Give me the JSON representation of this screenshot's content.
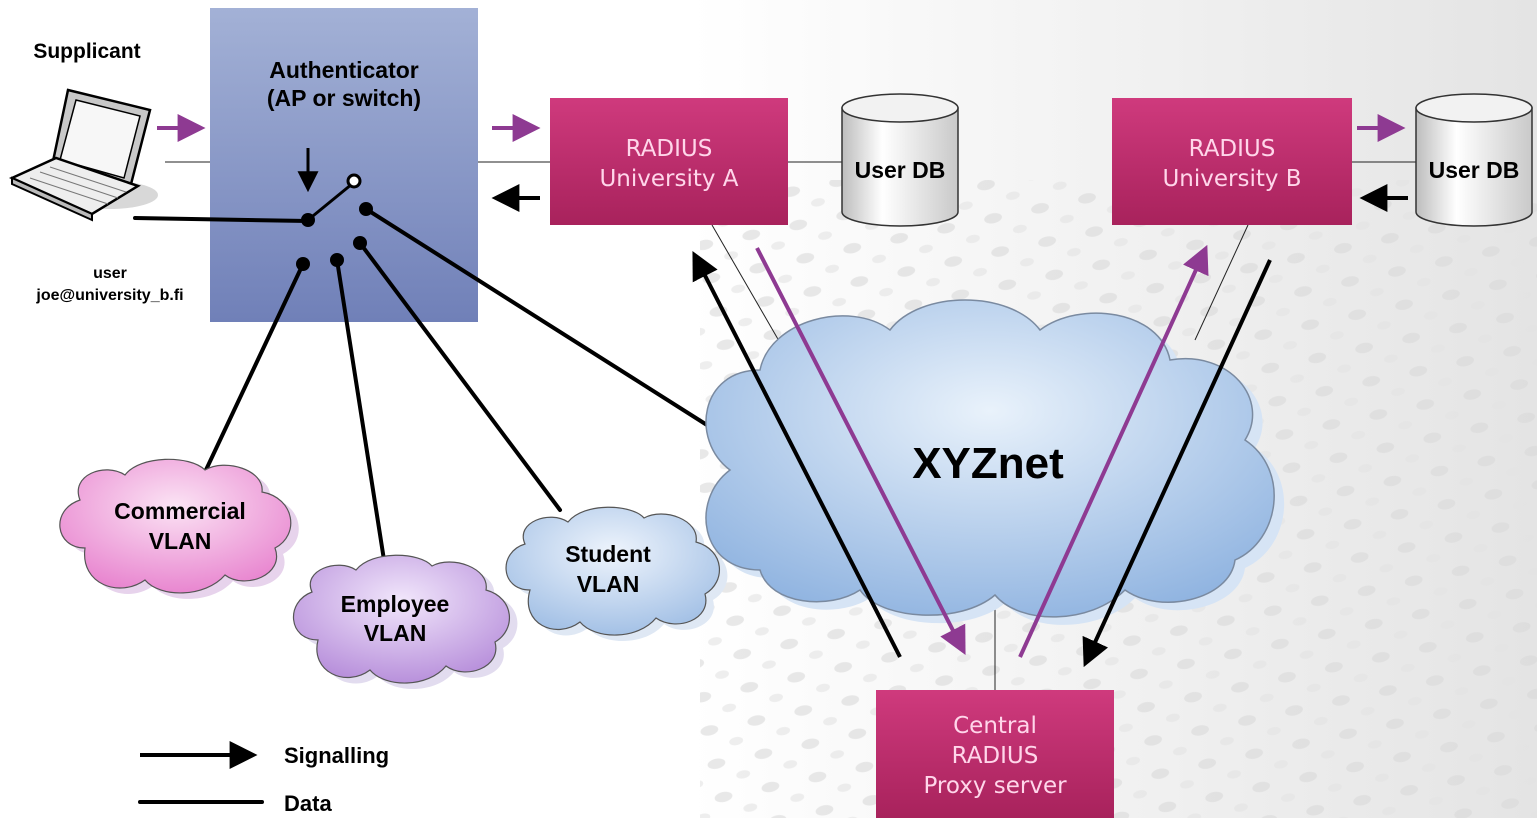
{
  "supplicant": {
    "title": "Supplicant",
    "user_line1": "user",
    "user_line2": "joe@university_b.fi"
  },
  "authenticator": {
    "line1": "Authenticator",
    "line2": "(AP or switch)"
  },
  "radius_a": {
    "line1": "RADIUS",
    "line2": "University A"
  },
  "radius_b": {
    "line1": "RADIUS",
    "line2": "University B"
  },
  "userdb_a": {
    "label": "User DB"
  },
  "userdb_b": {
    "label": "User DB"
  },
  "xyznet": {
    "label": "XYZnet"
  },
  "central": {
    "line1": "Central",
    "line2": "RADIUS",
    "line3": "Proxy server"
  },
  "vlans": {
    "commercial": {
      "line1": "Commercial",
      "line2": "VLAN"
    },
    "employee": {
      "line1": "Employee",
      "line2": "VLAN"
    },
    "student": {
      "line1": "Student",
      "line2": "VLAN"
    }
  },
  "legend": {
    "signalling": "Signalling",
    "data": "Data"
  },
  "colors": {
    "signal_purple": "#8e3a92",
    "radius_box": "#c2336f",
    "authenticator": "#8797c4",
    "cloud_blue": "#a9c6e8"
  }
}
